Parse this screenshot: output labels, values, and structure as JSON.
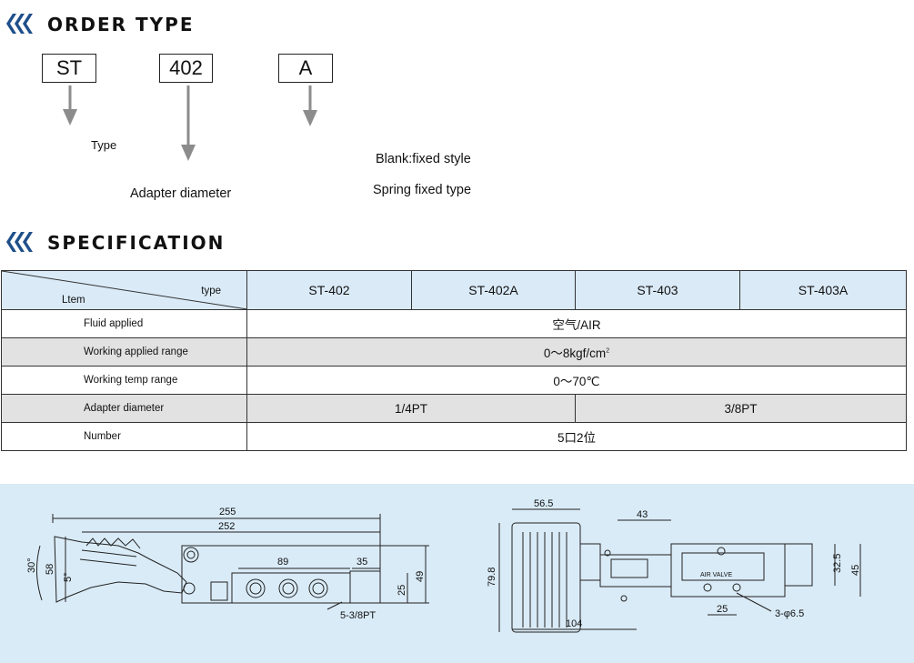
{
  "order_type": {
    "heading": "ORDER TYPE",
    "code_parts": [
      "ST",
      "402",
      "A"
    ],
    "type_label": "Type",
    "diameter_label": "Adapter diameter",
    "option_blank": "Blank:fixed style",
    "option_spring": "Spring fixed type"
  },
  "specification": {
    "heading": "SPECIFICATION",
    "header_item": "Ltem",
    "header_type": "type",
    "models": [
      "ST-402",
      "ST-402A",
      "ST-403",
      "ST-403A"
    ],
    "rows": [
      {
        "item": "Fluid applied",
        "value": "空气/AIR"
      },
      {
        "item": "Working applied  range",
        "value": "0～8kgf/cm",
        "value_sup": "2"
      },
      {
        "item": "Working temp range",
        "value": "0～70℃"
      },
      {
        "item": "Adapter diameter",
        "values": [
          "1/4PT",
          "3/8PT"
        ]
      },
      {
        "item": "Number",
        "value": "5口2位"
      }
    ]
  },
  "drawing": {
    "side_view": {
      "dim_overall": "255",
      "dim_body": "252",
      "dim_port_span": "89",
      "dim_end": "35",
      "dim_height": "49",
      "dim_port": "25",
      "port_note": "5-3/8PT",
      "angle_top": "30°",
      "angle_bottom": "5°",
      "dim_pedal": "58"
    },
    "top_view": {
      "dim_pedal_width": "56.5",
      "dim_offset": "43",
      "dim_pedal_height": "79.8",
      "dim_body_height": "32.5",
      "dim_total_height": "45",
      "dim_hole_pitch": "25",
      "dim_length": "104",
      "hole_note": "3-φ6.5",
      "nameplate": "AIR VALVE"
    }
  },
  "colors": {
    "accent": "#1f4f8a",
    "header_fill": "#daeaf7",
    "shaded_row": "#e2e2e2",
    "drawing_bg": "#d9ebf7"
  }
}
